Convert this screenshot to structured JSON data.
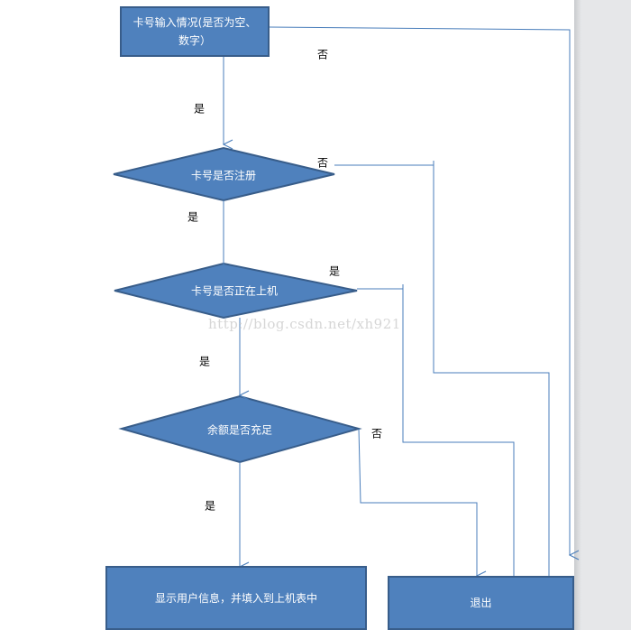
{
  "nodes": {
    "input_check": "卡号输入情况(是否为空、数字）",
    "registered": "卡号是否注册",
    "online": "卡号是否正在上机",
    "balance": "余额是否充足",
    "show_info": "显示用户信息，并填入到上机表中",
    "exit": "退出"
  },
  "edges": {
    "input_yes": "是",
    "input_no": "否",
    "registered_yes": "是",
    "registered_no": "否",
    "online_yes": "是",
    "online_cont": "是",
    "balance_yes": "是",
    "balance_no": "否"
  },
  "watermark": "http://blog.csdn.net/xh921",
  "colors": {
    "node_fill": "#4f81bd",
    "node_border": "#385d8a",
    "connector": "#4a7ebb"
  }
}
